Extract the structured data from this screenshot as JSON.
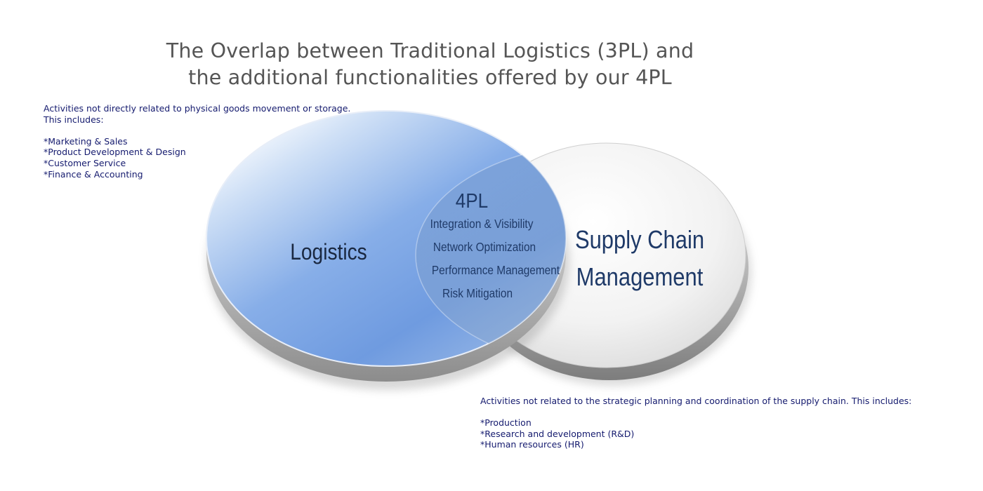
{
  "title": {
    "line1": "The Overlap between Traditional Logistics (3PL) and",
    "line2": "the additional functionalities offered by our 4PL"
  },
  "left_note": {
    "intro_line1": "Activities not directly related to physical goods movement or storage.",
    "intro_line2": "This includes:",
    "items": [
      "*Marketing & Sales",
      "*Product Development & Design",
      "*Customer Service",
      "*Finance & Accounting"
    ]
  },
  "right_note": {
    "intro": "Activities not related to the strategic planning and coordination of the supply chain. This includes:",
    "items": [
      "*Production",
      "*Research and development (R&D)",
      "*Human resources (HR)"
    ]
  },
  "venn": {
    "left_label": "Logistics",
    "right_label_line1": "Supply Chain",
    "right_label_line2": "Management",
    "overlap_title": "4PL",
    "overlap_items": [
      "Integration & Visibility",
      "Network Optimization",
      "Performance Management",
      "Risk Mitigation"
    ],
    "colors": {
      "logistics_blue": "#6f9be0",
      "overlap_blue": "#8aa9cf",
      "label_navy": "#1f3a68",
      "disc_white": "#f0f0f0"
    }
  }
}
